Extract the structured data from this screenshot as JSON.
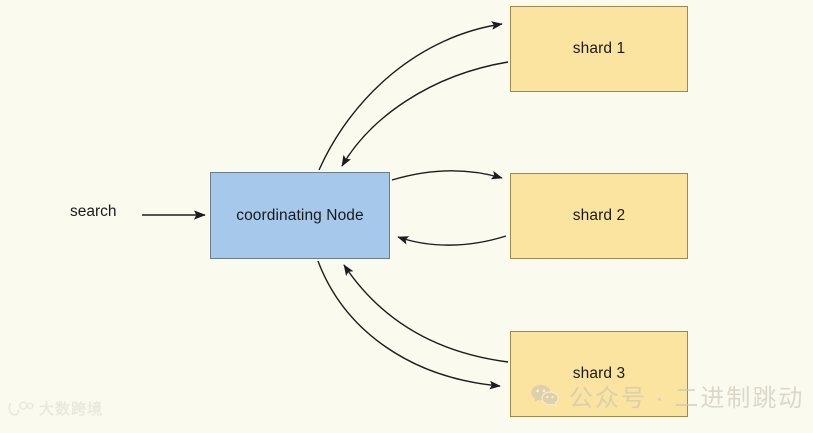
{
  "diagram": {
    "type": "flow-diagram",
    "title": "Elasticsearch search request fan-out to shards",
    "background_color": "#fbfaef",
    "source": {
      "label": "search",
      "name": "search-entry-label"
    },
    "coordinator": {
      "label": "coordinating Node",
      "fill_color": "#a6c8ea",
      "border_color": "#6a7c8c"
    },
    "shards": [
      {
        "label": "shard 1",
        "fill_color": "#fbe3a0",
        "border_color": "#9a8a52"
      },
      {
        "label": "shard 2",
        "fill_color": "#fbe3a0",
        "border_color": "#9a8a52"
      },
      {
        "label": "shard 3",
        "fill_color": "#fbe3a0",
        "border_color": "#9a8a52"
      }
    ],
    "edges": [
      {
        "from": "search",
        "to": "coordinating Node",
        "style": "straight",
        "direction": "forward"
      },
      {
        "from": "coordinating Node",
        "to": "shard 1",
        "style": "curved",
        "direction": "forward"
      },
      {
        "from": "shard 1",
        "to": "coordinating Node",
        "style": "curved",
        "direction": "return"
      },
      {
        "from": "coordinating Node",
        "to": "shard 2",
        "style": "curved",
        "direction": "forward"
      },
      {
        "from": "shard 2",
        "to": "coordinating Node",
        "style": "curved",
        "direction": "return"
      },
      {
        "from": "coordinating Node",
        "to": "shard 3",
        "style": "curved",
        "direction": "forward"
      },
      {
        "from": "shard 3",
        "to": "coordinating Node",
        "style": "curved",
        "direction": "return"
      }
    ],
    "line_color": "#1c1c1c"
  },
  "watermarks": {
    "wechat": {
      "icon": "wechat-icon",
      "text": "公众号 · 二进制跳动",
      "color": "#c9c4b4"
    },
    "site": {
      "icon": "site-logo-icon",
      "text": "大数跨境",
      "color": "#ddd9cd"
    }
  }
}
